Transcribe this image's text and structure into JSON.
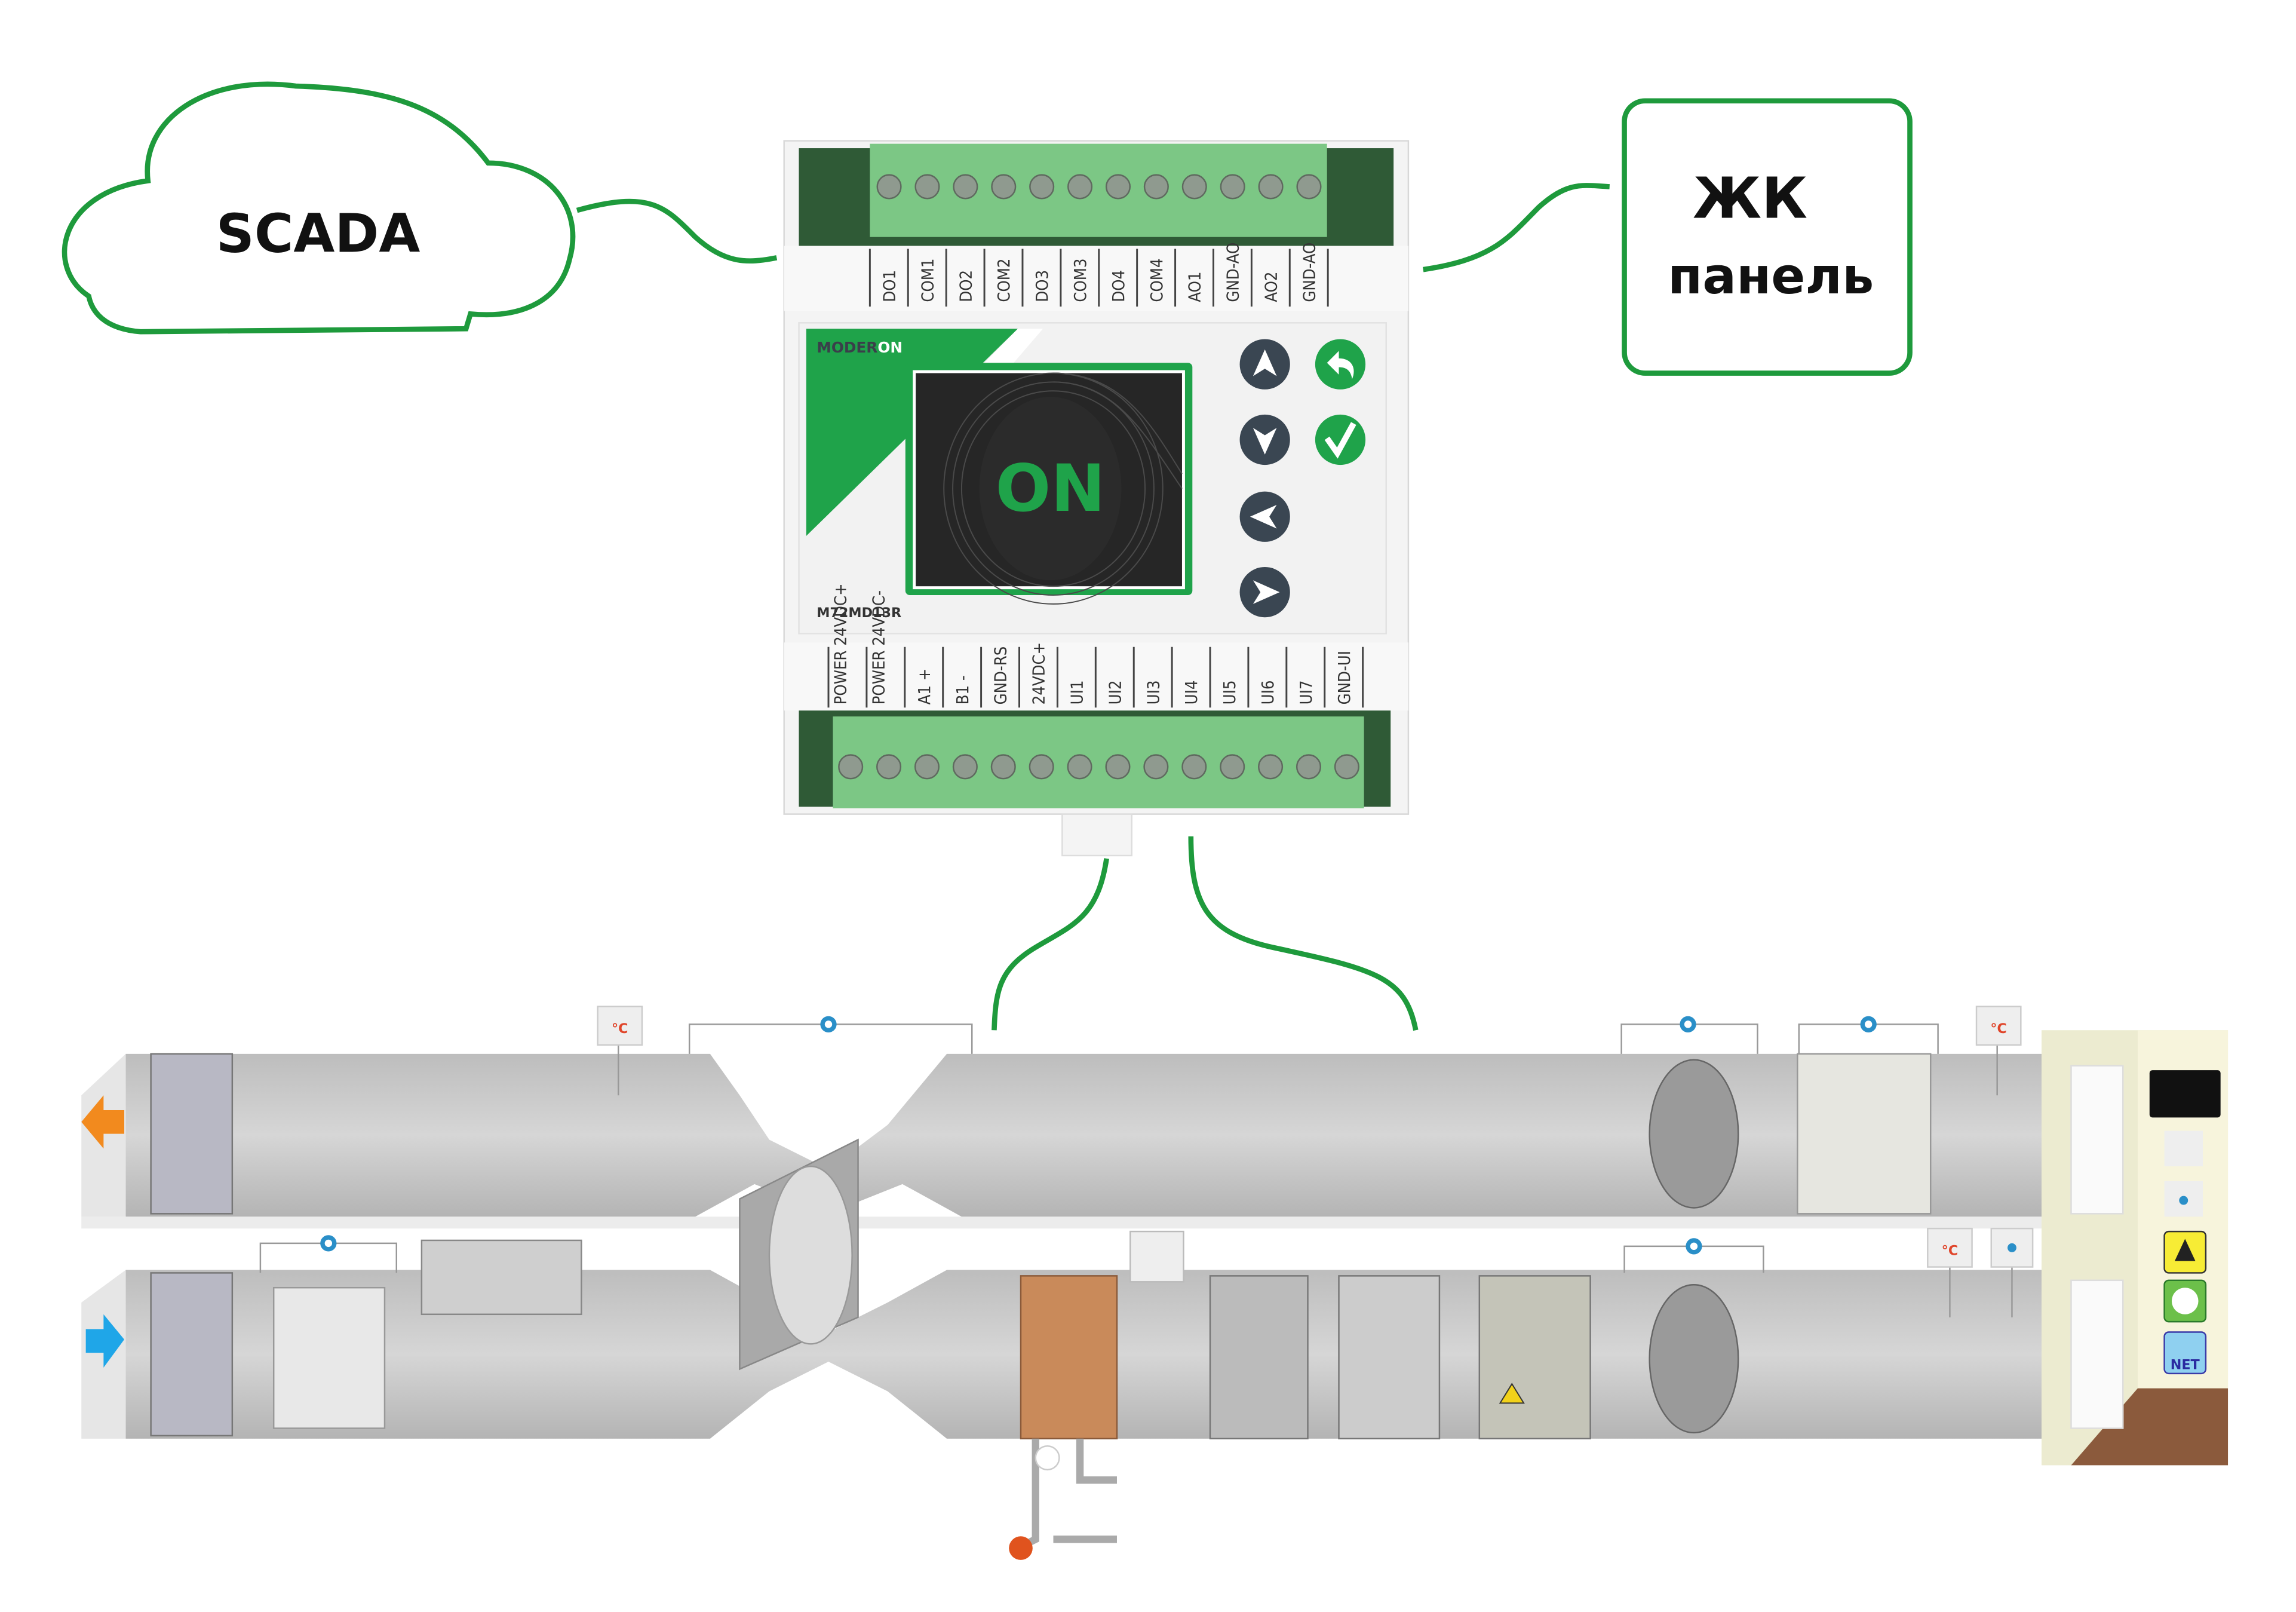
{
  "colors": {
    "accent_green": "#1fa34a",
    "line_green": "#1e9a3c",
    "terminal_green": "#7cc785",
    "terminal_dark": "#2f5a36",
    "button_dark": "#3a4652",
    "duct_gray": "#c9c9c9"
  },
  "cloud": {
    "label": "SCADA"
  },
  "lcd_panel": {
    "line1": "ЖК",
    "line2": "панель"
  },
  "controller": {
    "brand_prefix": "MODER",
    "brand_suffix": "ON",
    "screen_text": "ON",
    "model": "M72MD13R",
    "top_terminals": [
      "DO1",
      "COM1",
      "DO2",
      "COM2",
      "DO3",
      "COM3",
      "DO4",
      "COM4",
      "AO1",
      "GND-AO",
      "AO2",
      "GND-AO"
    ],
    "bottom_terminals": [
      "POWER 24VDC+",
      "POWER 24VDC-",
      "A1 +",
      "B1 -",
      "GND-RS",
      "24VDC+",
      "UI1",
      "UI2",
      "UI3",
      "UI4",
      "UI5",
      "UI6",
      "UI7",
      "GND-UI"
    ],
    "buttons": [
      {
        "name": "up",
        "icon": "arrow-up-icon"
      },
      {
        "name": "down",
        "icon": "arrow-down-icon"
      },
      {
        "name": "left",
        "icon": "arrow-left-icon"
      },
      {
        "name": "right",
        "icon": "arrow-right-icon"
      },
      {
        "name": "back",
        "icon": "back-icon"
      },
      {
        "name": "ok",
        "icon": "check-icon"
      }
    ]
  },
  "ventilation": {
    "sensor_label": "°C",
    "room_icons": [
      "lcd-panel-icon",
      "temperature-sensor-icon",
      "humidity-sensor-icon",
      "fire-alarm-icon",
      "clock-icon",
      "network-icon"
    ],
    "net_label": "NET"
  }
}
